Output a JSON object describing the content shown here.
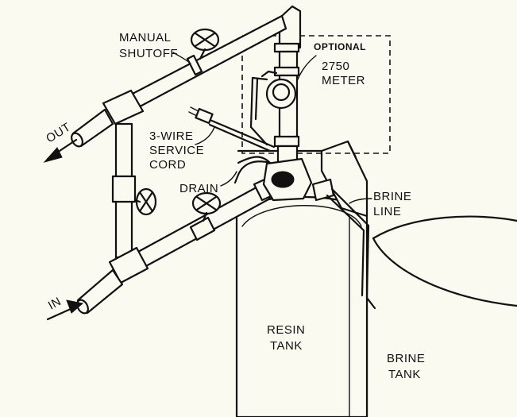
{
  "labels": {
    "manual_shutoff": [
      "MANUAL",
      "SHUTOFF"
    ],
    "optional": "OPTIONAL",
    "meter": [
      "2750",
      "METER"
    ],
    "out": "OUT",
    "in": "IN",
    "service_cord": [
      "3-WIRE",
      "SERVICE",
      "CORD"
    ],
    "drain": "DRAIN",
    "brine_line": [
      "BRINE",
      "LINE"
    ],
    "resin_tank": [
      "RESIN",
      "TANK"
    ],
    "brine_tank": [
      "BRINE",
      "TANK"
    ]
  },
  "colors": {
    "ink": "#111111",
    "paper": "#fbfaf0"
  }
}
